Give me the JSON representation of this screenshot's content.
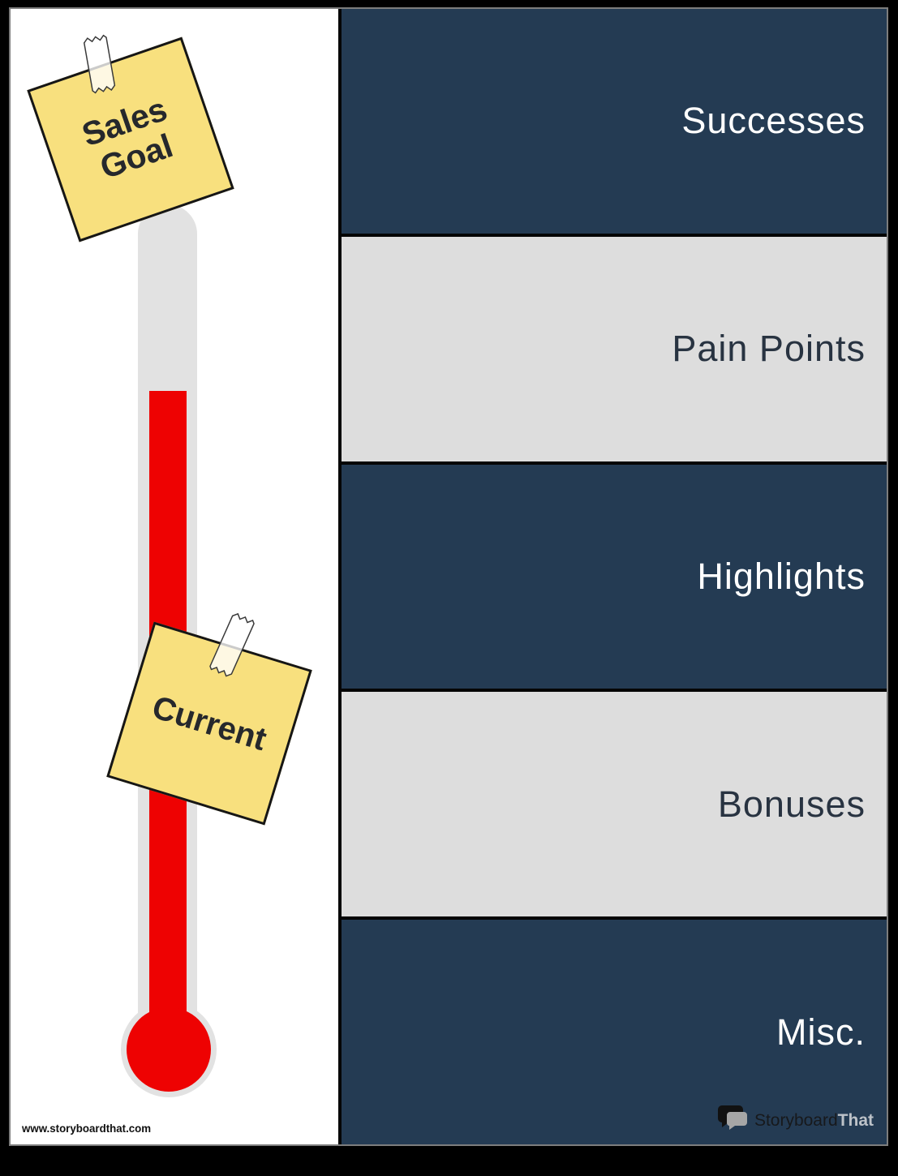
{
  "page": {
    "footer_url": "www.storyboardthat.com"
  },
  "colors": {
    "band_navy": "#243B53",
    "band_gray": "#DDDDDD",
    "divider_black": "#050505",
    "thermometer_red": "#EE0202",
    "tube_gray": "#E2E2E2",
    "note_yellow": "#F8E07E",
    "note_text": "#26282C",
    "label_on_navy": "#FFFFFF",
    "label_on_gray": "#283341"
  },
  "thermometer": {
    "goal_note": {
      "line1": "Sales",
      "line2": "Goal"
    },
    "current_note": {
      "label": "Current"
    }
  },
  "sections": [
    {
      "label": "Successes",
      "theme": "navy"
    },
    {
      "label": "Pain Points",
      "theme": "gray"
    },
    {
      "label": "Highlights",
      "theme": "navy"
    },
    {
      "label": "Bonuses",
      "theme": "gray"
    },
    {
      "label": "Misc.",
      "theme": "navy"
    }
  ],
  "branding": {
    "logo_part1": "Storyboard",
    "logo_part2": "That",
    "logo_icon": "speech-bubbles-icon"
  }
}
